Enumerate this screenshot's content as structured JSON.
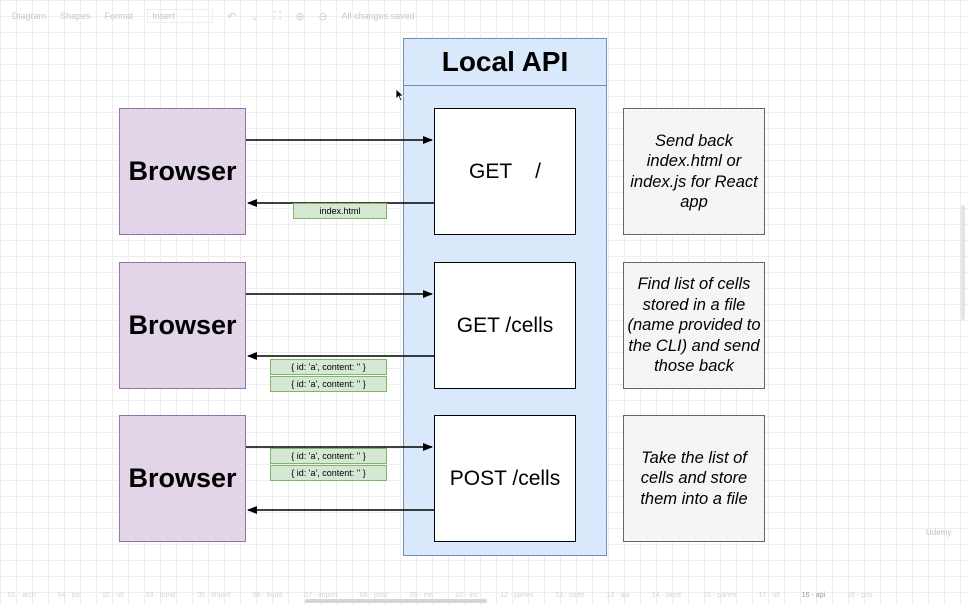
{
  "toolbar": {
    "diagram_label": "Diagram",
    "shapes_label": "Shapes",
    "format_label": "Format",
    "insert_label": "Insert",
    "status": "All changes saved"
  },
  "api": {
    "title": "Local API"
  },
  "rows": [
    {
      "browser": "Browser",
      "endpoint": "GET    /",
      "note": "Send back index.html or index.js for React app",
      "payloads_response": [
        "index.html"
      ],
      "payloads_request": []
    },
    {
      "browser": "Browser",
      "endpoint": "GET /cells",
      "note": "Find list of cells stored in a file (name provided to the CLI) and send those back",
      "payloads_response": [
        "{ id: 'a', content: '' }",
        "{ id: 'a', content: '' }"
      ],
      "payloads_request": []
    },
    {
      "browser": "Browser",
      "endpoint": "POST /cells",
      "note": "Take the list of cells and store them into a file",
      "payloads_response": [],
      "payloads_request": [
        "{ id: 'a', content: '' }",
        "{ id: 'a', content: '' }"
      ]
    }
  ],
  "pages": [
    "01 - arch",
    "04 - jsx",
    "02 - ult",
    "03 - bund",
    "05 - import",
    "06 - bund",
    "07 - import",
    "08 - prod",
    "09 - ext",
    "10 - inc",
    "12 - panes",
    "13 - code",
    "13 - api",
    "14 - store",
    "15 - panes",
    "17 - ult",
    "16 - api",
    "18 - pos"
  ],
  "active_page": "16 - api",
  "watermark": "Udemy",
  "colors": {
    "browser_fill": "#e1d5e7",
    "api_fill": "#dae8fc",
    "payload_fill": "#d5e8d4",
    "note_fill": "#f5f5f5"
  }
}
